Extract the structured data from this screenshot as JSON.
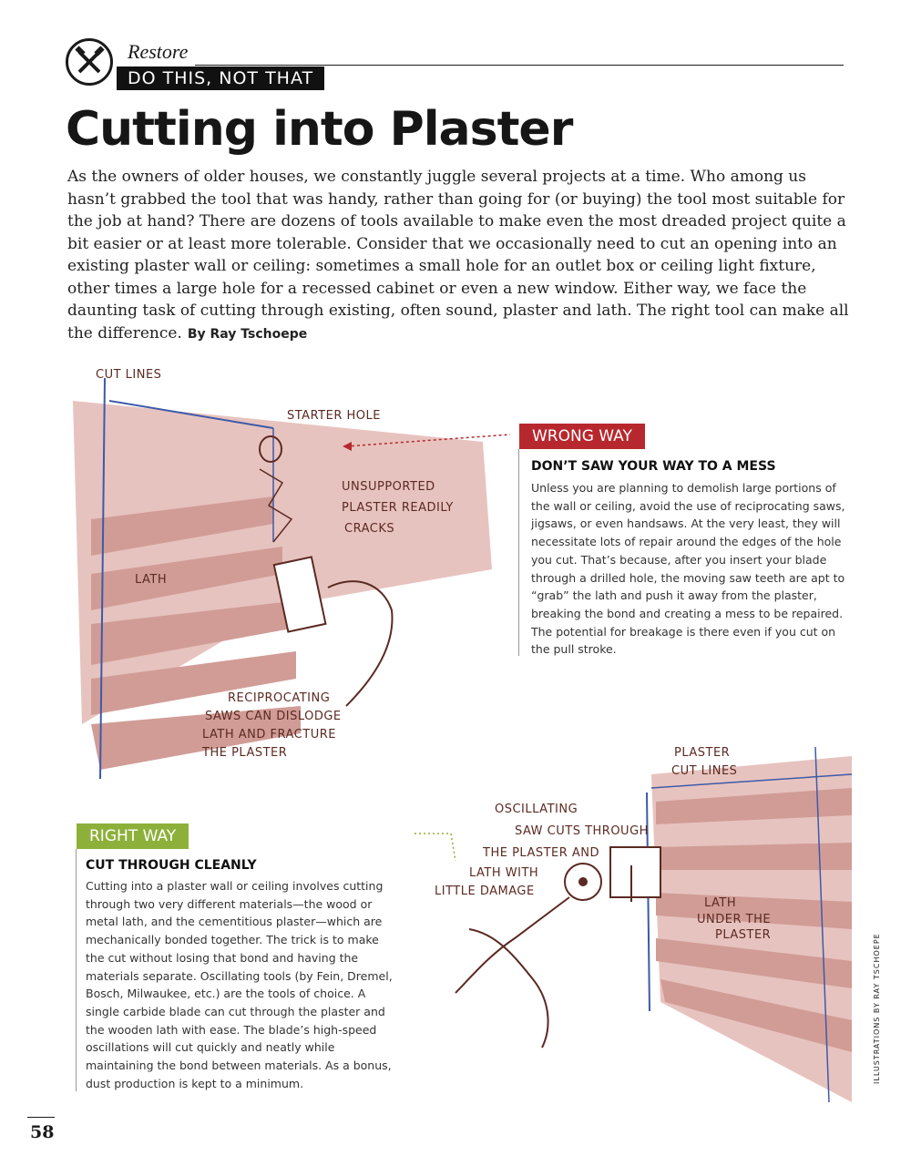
{
  "header": {
    "section": "Restore",
    "kicker": "DO THIS, NOT THAT",
    "logo_icon": "crossed-hammer-icon"
  },
  "article": {
    "title": "Cutting into Plaster",
    "intro": "As the owners of older houses, we constantly juggle several projects at a time. Who among us hasn’t grabbed the tool that was handy, rather than going for (or buying) the tool most suitable for the job at hand? There are dozens of tools available to make even the most dreaded project quite a bit easier or at least more tolerable. Consider that we occasionally need to cut an opening into an existing plaster wall or ceiling: sometimes a small hole for an outlet box or ceiling light fixture, other times a large hole for a recessed cabinet or even a new window. Either way, we face the daunting task of cutting through existing, often sound, plaster and lath. The right tool can make all the difference.",
    "byline": "By Ray Tschoepe"
  },
  "wrong_way": {
    "tag": "WRONG WAY",
    "title": "DON’T SAW YOUR WAY TO A MESS",
    "body": "Unless you are planning to demolish large portions of the wall or ceiling, avoid the use of reciprocating saws, jigsaws, or even handsaws. At the very least, they will necessitate lots of repair around the edges of the hole you cut. That’s because, after you insert your blade through a drilled hole, the moving saw teeth are apt to “grab” the lath and push it away from the plaster, breaking the bond and creating a mess to be repaired. The potential for breakage is there even if you cut on the pull stroke.",
    "color": "#b7282e"
  },
  "right_way": {
    "tag": "RIGHT WAY",
    "title": "CUT THROUGH CLEANLY",
    "body": "Cutting into a plaster wall or ceiling involves cutting through two very different materials—the wood or metal lath, and the cementitious plaster—which are mechanically bonded together. The trick is to make the cut without losing that bond and having the materials separate. Oscillating tools (by Fein, Dremel, Bosch, Milwaukee, etc.) are the tools of choice. A single carbide blade can cut through the plaster and the wooden lath with ease. The blade’s high-speed oscillations will cut quickly and neatly while maintaining the bond between materials. As a bonus, dust production is kept to a minimum.",
    "color": "#8db03a"
  },
  "sketch_top": {
    "cut_lines": "CUT LINES",
    "starter_hole": "STARTER HOLE",
    "unsupported_1": "UNSUPPORTED",
    "unsupported_2": "PLASTER READILY",
    "unsupported_3": "CRACKS",
    "lath": "LATH",
    "recip_1": "RECIPROCATING",
    "recip_2": "SAWS CAN DISLODGE",
    "recip_3": "LATH AND FRACTURE",
    "recip_4": "THE PLASTER"
  },
  "sketch_bottom": {
    "plaster_1": "PLASTER",
    "plaster_2": "CUT LINES",
    "osc_1": "OSCILLATING",
    "osc_2": "SAW CUTS THROUGH",
    "osc_3": "THE PLASTER AND",
    "osc_4": "LATH WITH",
    "osc_5": "LITTLE DAMAGE",
    "lath_1": "LATH",
    "lath_2": "UNDER THE",
    "lath_3": "PLASTER"
  },
  "credit": "ILLUSTRATIONS BY RAY TSCHOEPE",
  "page_number": "58"
}
